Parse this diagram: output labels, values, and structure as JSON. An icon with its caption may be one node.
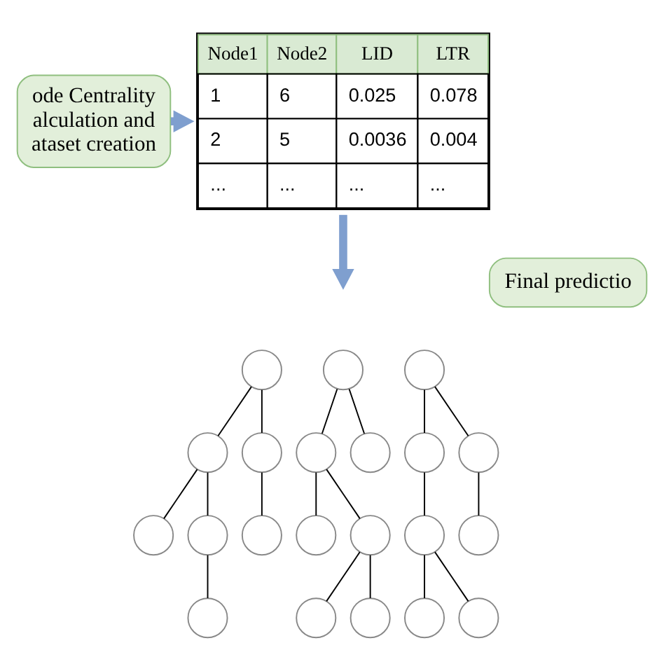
{
  "diagram": {
    "nodes": [
      {
        "text": [
          "ode Centrality alculation and ataset creation"
        ]
      },
      {
        "text": [
          "Node1",
          "Node2",
          "LID",
          "LTR",
          "1",
          "6",
          "0.025",
          "0.078",
          "2",
          "5",
          "0.0036",
          "0.004",
          "...",
          "...",
          "...",
          "..."
        ]
      },
      {
        "text": [
          "Final predictio"
        ]
      },
      {
        "text": [],
        "shape": "circle"
      },
      {
        "text": [],
        "shape": "circle"
      },
      {
        "text": [],
        "shape": "circle"
      },
      {
        "text": [],
        "shape": "circle"
      },
      {
        "text": [],
        "shape": "circle"
      },
      {
        "text": [],
        "shape": "circle"
      },
      {
        "text": [],
        "shape": "circle"
      },
      {
        "text": [],
        "shape": "circle"
      },
      {
        "text": [],
        "shape": "circle"
      },
      {
        "text": [],
        "shape": "circle"
      },
      {
        "text": [],
        "shape": "circle"
      },
      {
        "text": [],
        "shape": "circle"
      },
      {
        "text": [],
        "shape": "circle"
      },
      {
        "text": [],
        "shape": "circle"
      },
      {
        "text": [],
        "shape": "circle"
      },
      {
        "text": [],
        "shape": "circle"
      },
      {
        "text": [],
        "shape": "circle"
      },
      {
        "text": [],
        "shape": "circle"
      },
      {
        "text": [],
        "shape": "circle"
      },
      {
        "text": [],
        "shape": "circle"
      },
      {
        "text": [],
        "shape": "circle"
      }
    ],
    "edges": [
      {
        "from": 0,
        "to": 1,
        "arrow": "to",
        "style": "thick",
        "color": "#7f9fcf"
      },
      {
        "from": 1,
        "to": null,
        "arrow": "to",
        "style": "thick",
        "color": "#7f9fcf"
      },
      {
        "from": 3,
        "to": 4,
        "arrow": "none"
      },
      {
        "from": 3,
        "to": 5,
        "arrow": "none"
      },
      {
        "from": 4,
        "to": 6,
        "arrow": "none"
      },
      {
        "from": 4,
        "to": 7,
        "arrow": "none"
      },
      {
        "from": 5,
        "to": 8,
        "arrow": "none"
      },
      {
        "from": 7,
        "to": 9,
        "arrow": "none"
      },
      {
        "from": 10,
        "to": 11,
        "arrow": "none"
      },
      {
        "from": 10,
        "to": 12,
        "arrow": "none"
      },
      {
        "from": 11,
        "to": 13,
        "arrow": "none"
      },
      {
        "from": 11,
        "to": 14,
        "arrow": "none"
      },
      {
        "from": 14,
        "to": 15,
        "arrow": "none"
      },
      {
        "from": 14,
        "to": 16,
        "arrow": "none"
      },
      {
        "from": 17,
        "to": 18,
        "arrow": "none"
      },
      {
        "from": 17,
        "to": 19,
        "arrow": "none"
      },
      {
        "from": 18,
        "to": 20,
        "arrow": "none"
      },
      {
        "from": 19,
        "to": 21,
        "arrow": "none"
      },
      {
        "from": 20,
        "to": 22,
        "arrow": "none"
      },
      {
        "from": 20,
        "to": 23,
        "arrow": "none"
      }
    ]
  }
}
